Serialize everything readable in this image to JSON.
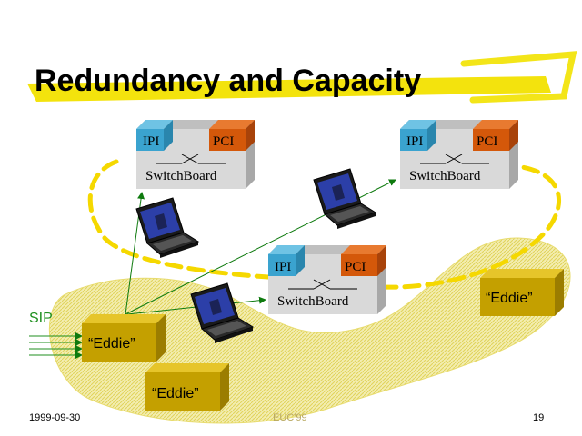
{
  "slide": {
    "title": "Redundancy and Capacity",
    "footer_date": "1999-09-30",
    "footer_center": "EUC'99",
    "page_number": "19"
  },
  "switchboards": [
    {
      "left_label": "IPI",
      "right_label": "PCI",
      "name": "SwitchBoard"
    },
    {
      "left_label": "IPI",
      "right_label": "PCI",
      "name": "SwitchBoard"
    },
    {
      "left_label": "IPI",
      "right_label": "PCI",
      "name": "SwitchBoard"
    }
  ],
  "eddie_boxes": [
    {
      "label": "“Eddie”"
    },
    {
      "label": "“Eddie”"
    },
    {
      "label": "“Eddie”"
    }
  ],
  "sip_label": "SIP",
  "colors": {
    "title_highlight": "#f2e200",
    "cluster_fill": "#ede47e",
    "ring_dash": "#f5d800",
    "eddie_face": "#c4a000",
    "eddie_top": "#e6c52a",
    "eddie_side": "#9b7d00",
    "ipi_blue": "#3aa3cf",
    "pci_orange": "#d4580a",
    "switch_body": "#d9d9d9",
    "arrow_green": "#0e7a0e",
    "sip_green": "#1f8f1f"
  }
}
